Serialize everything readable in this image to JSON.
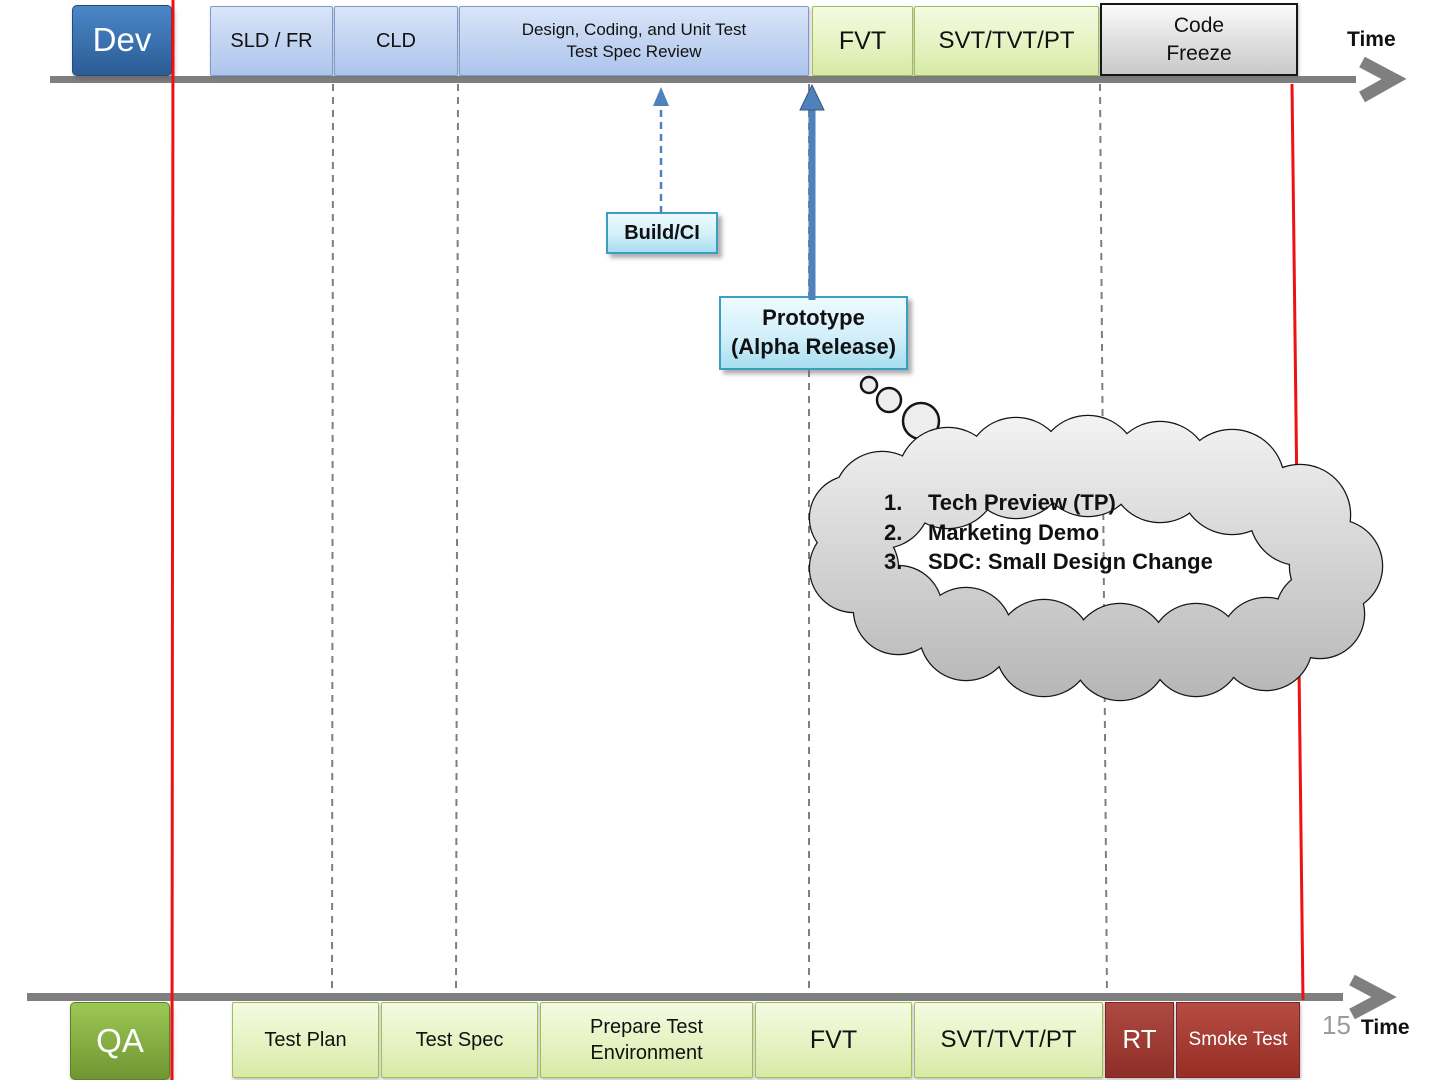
{
  "slide": {
    "page_number": "15",
    "dev_track": {
      "label": "Dev",
      "time_label": "Time",
      "phases": [
        {
          "label": "SLD  / FR"
        },
        {
          "label": "CLD"
        },
        {
          "label": "Design, Coding, and Unit Test",
          "label2": "Test Spec Review"
        },
        {
          "label": "FVT"
        },
        {
          "label": "SVT/TVT/PT"
        },
        {
          "label": "Code",
          "label2": "Freeze"
        }
      ]
    },
    "qa_track": {
      "label": "QA",
      "time_label": "Time",
      "phases": [
        {
          "label": "Test Plan"
        },
        {
          "label": "Test Spec"
        },
        {
          "label": "Prepare Test",
          "label2": "Environment"
        },
        {
          "label": "FVT"
        },
        {
          "label": "SVT/TVT/PT"
        },
        {
          "label": "RT"
        },
        {
          "label": "Smoke Test"
        }
      ]
    },
    "callouts": {
      "build_ci": {
        "label": "Build/CI"
      },
      "prototype": {
        "label": "Prototype",
        "label2": "(Alpha Release)"
      }
    },
    "cloud_note": {
      "items": [
        {
          "num": "1.",
          "text": "Tech Preview (TP)"
        },
        {
          "num": "2.",
          "text": "Marketing Demo"
        },
        {
          "num": "3.",
          "text": "SDC: Small Design Change"
        }
      ]
    },
    "colors": {
      "timeline_gray": "#7f7f7f",
      "guide_red": "#ee1111",
      "arrow_blue": "#4f81bd",
      "dev_blue": "#3672b2",
      "qa_green": "#84ae3f",
      "phase_blue": "#bcd0f0",
      "phase_green": "#e2f0b8",
      "code_freeze_gray": "#d9d9d9",
      "rt_red": "#9e362e",
      "smoke_red": "#a93c33",
      "callout_cyan": "#c5e9f5",
      "cloud_gray": "#d0d0d0"
    }
  }
}
